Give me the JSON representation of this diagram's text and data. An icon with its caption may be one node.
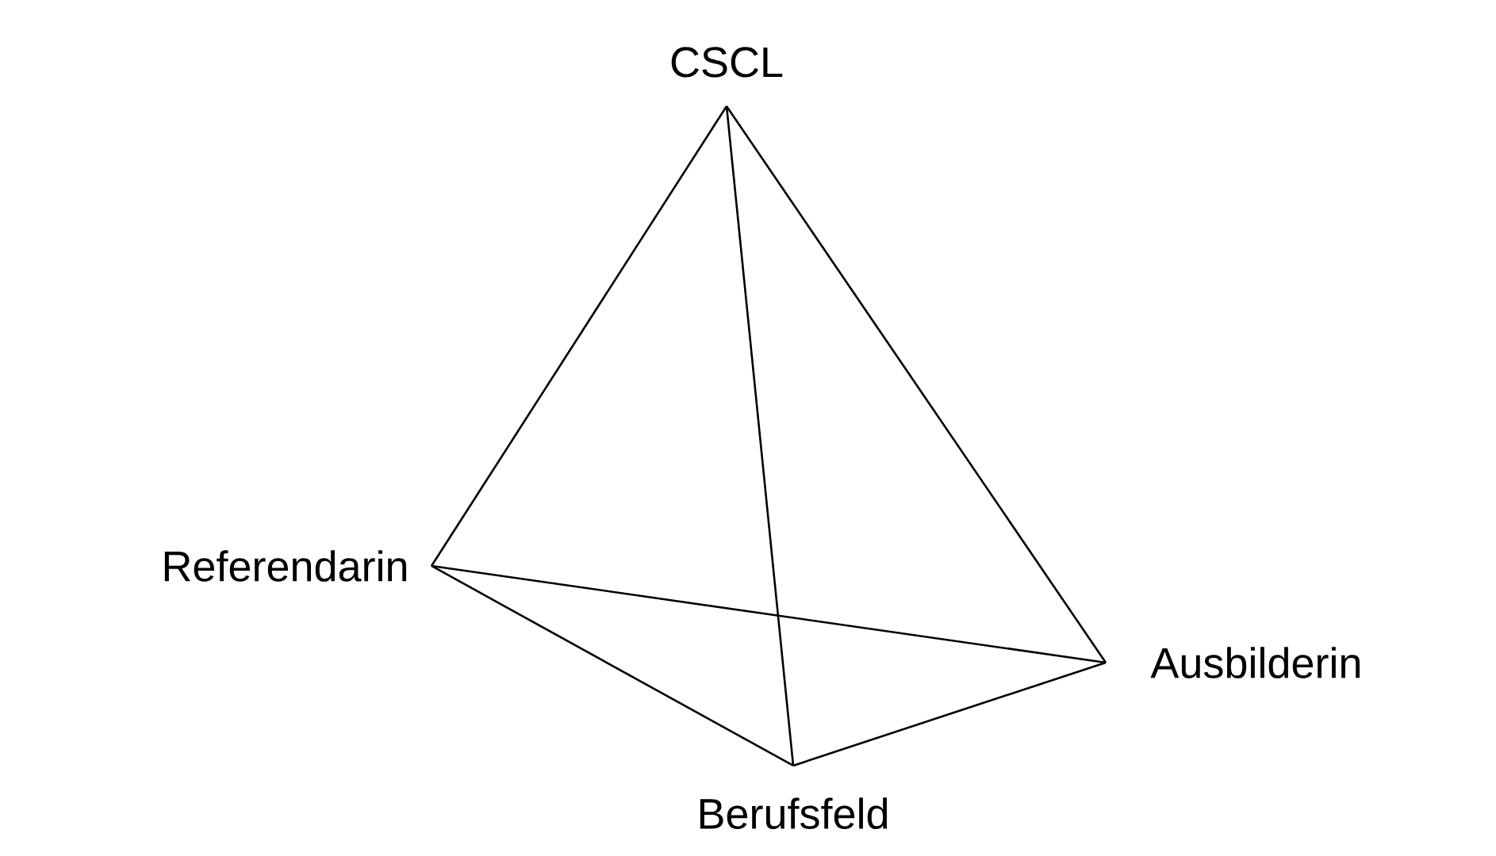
{
  "diagram": {
    "nodes": [
      {
        "text": [
          "CSCL"
        ]
      },
      {
        "text": [
          "Referendarin"
        ]
      },
      {
        "text": [
          "Ausbilderin"
        ]
      },
      {
        "text": [
          "Berufsfeld"
        ]
      }
    ],
    "edges": [
      {
        "from": 0,
        "to": 1,
        "arrow": "none"
      },
      {
        "from": 0,
        "to": 3,
        "arrow": "none"
      },
      {
        "from": 0,
        "to": 2,
        "arrow": "none"
      },
      {
        "from": 1,
        "to": 2,
        "arrow": "none"
      },
      {
        "from": 1,
        "to": 3,
        "arrow": "none"
      },
      {
        "from": 3,
        "to": 2,
        "arrow": "none"
      }
    ]
  }
}
